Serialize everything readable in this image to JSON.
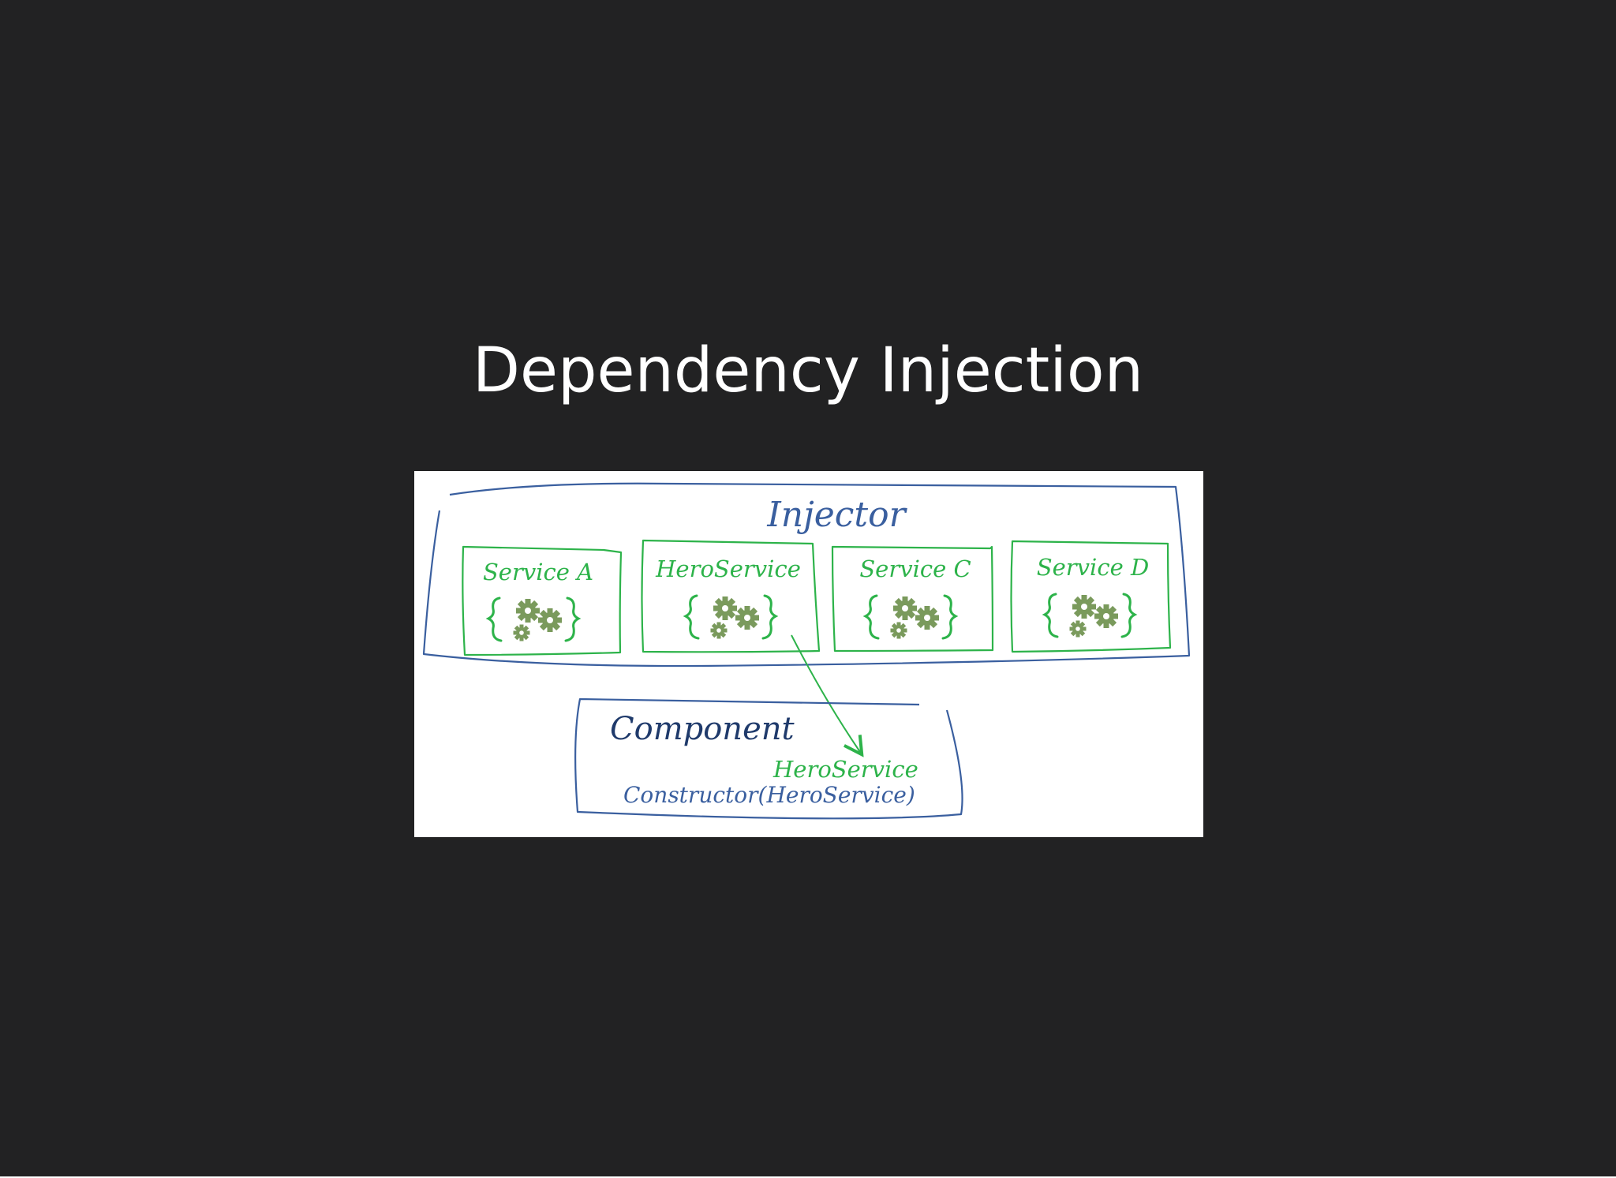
{
  "slide": {
    "title": "Dependency Injection"
  },
  "diagram": {
    "injector_label": "Injector",
    "services": [
      {
        "label": "Service A"
      },
      {
        "label": "HeroService"
      },
      {
        "label": "Service C"
      },
      {
        "label": "Service D"
      }
    ],
    "component_label": "Component",
    "injected_label": "HeroService",
    "constructor_label": "Constructor(HeroService)",
    "icon": "gears-in-braces-icon",
    "colors": {
      "background": "#222223",
      "injector_blue": "#3a5f9f",
      "service_green": "#2db34a",
      "component_navy": "#1f3a6b",
      "gear_green": "#7a9a5c"
    }
  }
}
